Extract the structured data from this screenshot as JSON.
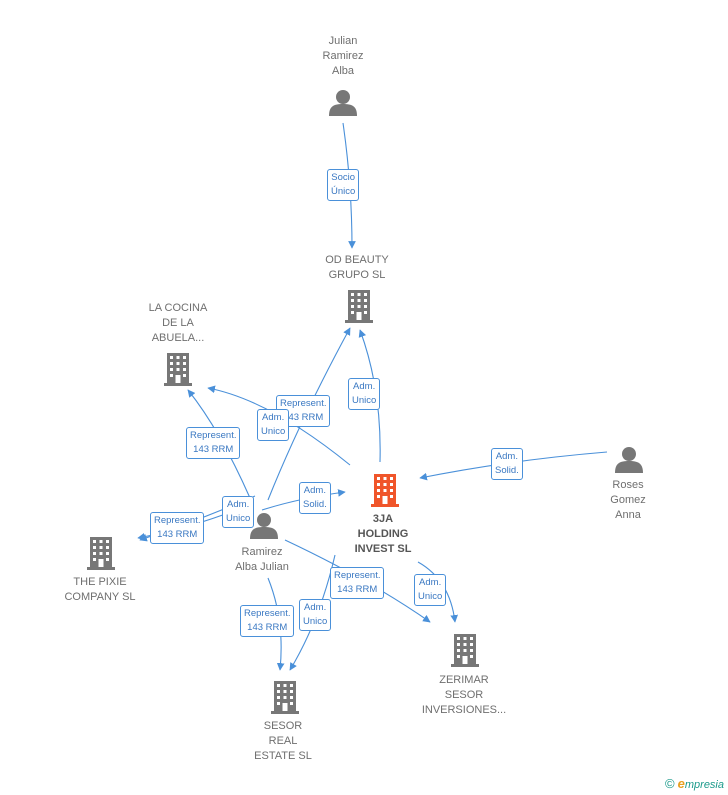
{
  "colors": {
    "edge": "#4a90d9",
    "node_company": "#777777",
    "node_main": "#f0552a",
    "node_person": "#777777"
  },
  "nodes": {
    "julian": {
      "label": [
        "Julian",
        "Ramirez",
        "Alba"
      ],
      "icon": "person-icon"
    },
    "odbeauty": {
      "label": [
        "OD BEAUTY",
        "GRUPO  SL"
      ],
      "icon": "building-icon"
    },
    "cocina": {
      "label": [
        "LA COCINA",
        "DE LA",
        "ABUELA..."
      ],
      "icon": "building-icon"
    },
    "main": {
      "label": [
        "3JA",
        "HOLDING",
        "INVEST  SL"
      ],
      "icon": "building-icon"
    },
    "roses": {
      "label": [
        "Roses",
        "Gomez",
        "Anna"
      ],
      "icon": "person-icon"
    },
    "ramirez": {
      "label": [
        "Ramirez",
        "Alba Julian"
      ],
      "icon": "person-icon"
    },
    "pixie": {
      "label": [
        "THE PIXIE",
        "COMPANY  SL"
      ],
      "icon": "building-icon"
    },
    "zerimar": {
      "label": [
        "ZERIMAR",
        "SESOR",
        "INVERSIONES..."
      ],
      "icon": "building-icon"
    },
    "sesor": {
      "label": [
        "SESOR",
        "REAL",
        "ESTATE  SL"
      ],
      "icon": "building-icon"
    }
  },
  "edges": [
    {
      "id": "e1",
      "label": [
        "Socio",
        "Único"
      ]
    },
    {
      "id": "e2",
      "label": [
        "Adm.",
        "Unico"
      ]
    },
    {
      "id": "e3",
      "label": [
        "Represent.",
        "143 RRM"
      ]
    },
    {
      "id": "e4",
      "label": [
        "Adm.",
        "Unico"
      ]
    },
    {
      "id": "e5",
      "label": [
        "Represent.",
        "143 RRM"
      ]
    },
    {
      "id": "e6",
      "label": [
        "Adm.",
        "Solid."
      ]
    },
    {
      "id": "e7",
      "label": [
        "Adm.",
        "Unico"
      ]
    },
    {
      "id": "e8",
      "label": [
        "Adm.",
        "Solid."
      ]
    },
    {
      "id": "e9",
      "label": [
        "Represent.",
        "143 RRM"
      ]
    },
    {
      "id": "e10",
      "label": [
        "Represent.",
        "143 RRM"
      ]
    },
    {
      "id": "e11",
      "label": [
        "Adm.",
        "Unico"
      ]
    },
    {
      "id": "e12",
      "label": [
        "Represent.",
        "143 RRM"
      ]
    },
    {
      "id": "e13",
      "label": [
        "Adm.",
        "Unico"
      ]
    }
  ],
  "brand": {
    "copyright": "©",
    "name_initial": "e",
    "name_rest": "mpresia"
  }
}
